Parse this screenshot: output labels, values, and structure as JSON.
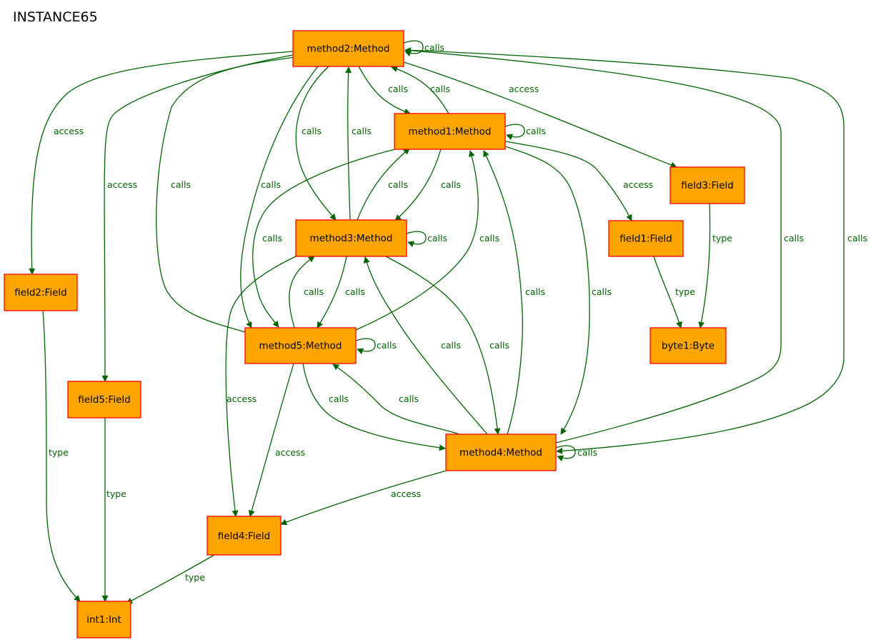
{
  "title": "INSTANCE65",
  "colors": {
    "node_fill": "#FFA500",
    "node_border": "#FF0000",
    "edge": "#006400"
  },
  "nodes": {
    "method2": "method2:Method",
    "method1": "method1:Method",
    "method3": "method3:Method",
    "method5": "method5:Method",
    "method4": "method4:Method",
    "field3": "field3:Field",
    "field1": "field1:Field",
    "field2": "field2:Field",
    "field5": "field5:Field",
    "field4": "field4:Field",
    "byte1": "byte1:Byte",
    "int1": "int1:Int"
  },
  "edges": [
    {
      "from": "method2",
      "to": "method2",
      "label": "calls"
    },
    {
      "from": "method2",
      "to": "method1",
      "label": "calls"
    },
    {
      "from": "method1",
      "to": "method2",
      "label": "calls"
    },
    {
      "from": "method2",
      "to": "field3",
      "label": "access"
    },
    {
      "from": "method2",
      "to": "field2",
      "label": "access"
    },
    {
      "from": "method2",
      "to": "field5",
      "label": "access"
    },
    {
      "from": "method5",
      "to": "method2",
      "label": "calls"
    },
    {
      "from": "method2",
      "to": "method5",
      "label": "calls"
    },
    {
      "from": "method2",
      "to": "method3",
      "label": "calls"
    },
    {
      "from": "method3",
      "to": "method2",
      "label": "calls"
    },
    {
      "from": "method4",
      "to": "method2",
      "label": "calls"
    },
    {
      "from": "method2",
      "to": "method4",
      "label": "calls"
    },
    {
      "from": "method1",
      "to": "method1",
      "label": "calls"
    },
    {
      "from": "method1",
      "to": "field1",
      "label": "access"
    },
    {
      "from": "method3",
      "to": "method1",
      "label": "calls"
    },
    {
      "from": "method1",
      "to": "method3",
      "label": "calls"
    },
    {
      "from": "method1",
      "to": "method5",
      "label": "calls"
    },
    {
      "from": "method5",
      "to": "method1",
      "label": "calls"
    },
    {
      "from": "method4",
      "to": "method1",
      "label": "calls"
    },
    {
      "from": "method1",
      "to": "method4",
      "label": "calls"
    },
    {
      "from": "method3",
      "to": "method3",
      "label": "calls"
    },
    {
      "from": "method5",
      "to": "method3",
      "label": "calls"
    },
    {
      "from": "method3",
      "to": "method5",
      "label": "calls"
    },
    {
      "from": "method4",
      "to": "method3",
      "label": "calls"
    },
    {
      "from": "method3",
      "to": "method4",
      "label": "calls"
    },
    {
      "from": "method3",
      "to": "field4",
      "label": "access"
    },
    {
      "from": "method5",
      "to": "method5",
      "label": "calls"
    },
    {
      "from": "method5",
      "to": "method4",
      "label": "calls"
    },
    {
      "from": "method4",
      "to": "method5",
      "label": "calls"
    },
    {
      "from": "method5",
      "to": "field4",
      "label": "access"
    },
    {
      "from": "method4",
      "to": "method4",
      "label": "calls"
    },
    {
      "from": "method4",
      "to": "field4",
      "label": "access"
    },
    {
      "from": "field3",
      "to": "byte1",
      "label": "type"
    },
    {
      "from": "field1",
      "to": "byte1",
      "label": "type"
    },
    {
      "from": "field2",
      "to": "int1",
      "label": "type"
    },
    {
      "from": "field5",
      "to": "int1",
      "label": "type"
    },
    {
      "from": "field4",
      "to": "int1",
      "label": "type"
    }
  ]
}
